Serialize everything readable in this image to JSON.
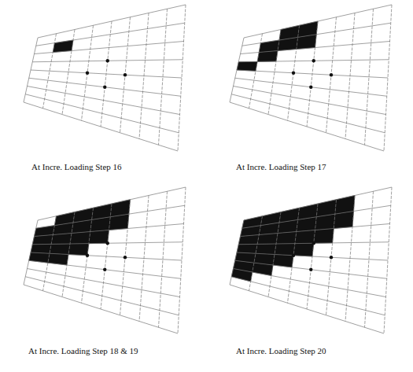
{
  "diagram": {
    "labels": [
      "At Incre. Loading Step 16",
      "At Incre. Loading Step 17",
      "At Incre. Loading Step 18 & 19",
      "At Incre. Loading Step 20"
    ]
  }
}
